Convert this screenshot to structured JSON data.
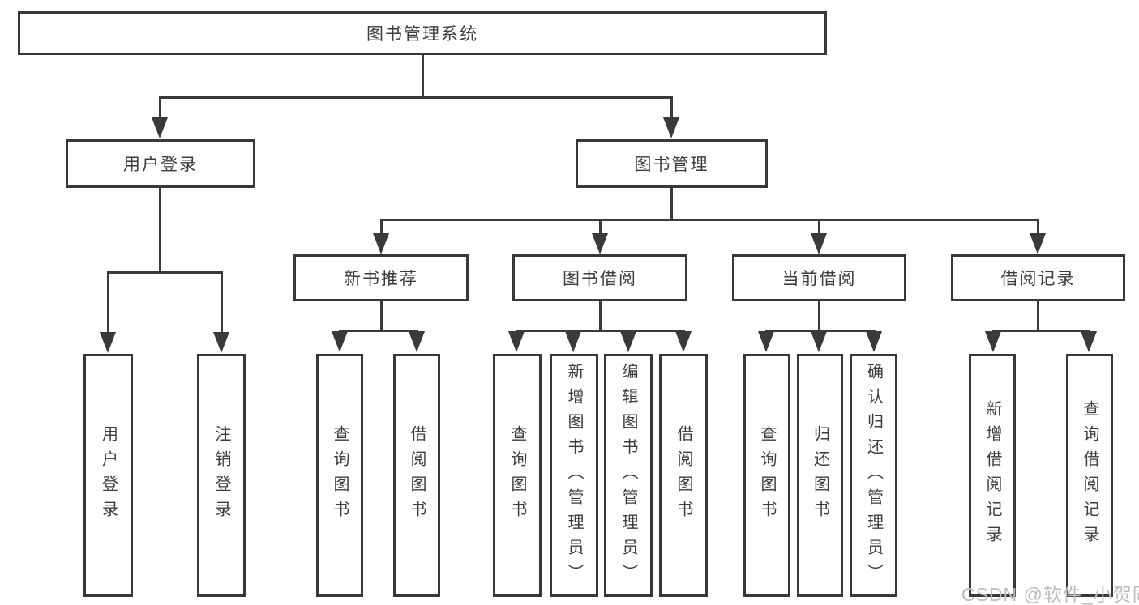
{
  "tree": {
    "label": "图书管理系统",
    "children": [
      {
        "label": "用户登录",
        "children": [
          {
            "label": "用户登录"
          },
          {
            "label": "注销登录"
          }
        ]
      },
      {
        "label": "图书管理",
        "children": [
          {
            "label": "新书推荐",
            "children": [
              {
                "label": "查询图书"
              },
              {
                "label": "借阅图书"
              }
            ]
          },
          {
            "label": "图书借阅",
            "children": [
              {
                "label": "查询图书"
              },
              {
                "label": "新增图书（管理员）"
              },
              {
                "label": "编辑图书（管理员）"
              },
              {
                "label": "借阅图书"
              }
            ]
          },
          {
            "label": "当前借阅",
            "children": [
              {
                "label": "查询图书"
              },
              {
                "label": "归还图书"
              },
              {
                "label": "确认归还（管理员）"
              }
            ]
          },
          {
            "label": "借阅记录",
            "children": [
              {
                "label": "新增借阅记录"
              },
              {
                "label": "查询借阅记录"
              }
            ]
          }
        ]
      }
    ]
  },
  "watermark": {
    "text": "CSDN @软件_小贺同学"
  },
  "colors": {
    "line": "#3a3a3a",
    "border": "#383838",
    "text": "#3c3c3c",
    "watermark": "#bdbdbd",
    "background": "#ffffff"
  }
}
